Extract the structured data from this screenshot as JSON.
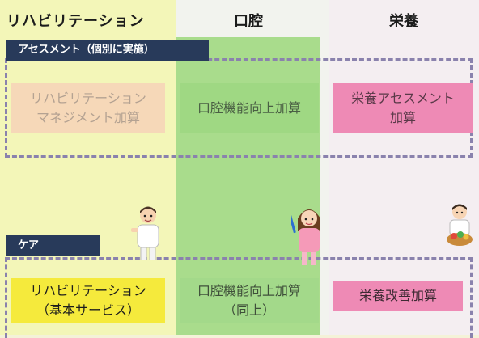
{
  "columns": {
    "rehab": "リハビリテーション",
    "oral": "口腔",
    "nutrition": "栄養"
  },
  "sections": {
    "assessment": "アセスメント（個別に実施）",
    "care": "ケア"
  },
  "cards": {
    "rehab_management": "リハビリテーション\nマネジメント加算",
    "oral_function_1": "口腔機能向上加算",
    "nutrition_assessment": "栄養アセスメント\n加算",
    "rehab_basic": "リハビリテーション\n（基本サービス）",
    "oral_function_2": "口腔機能向上加算\n（同上）",
    "nutrition_improvement": "栄養改善加算"
  },
  "colors": {
    "rehab_column": "#f3f6b8",
    "oral_green": "#a9dc8c",
    "nutrition_pink": "#ee8ab5",
    "section_bar": "#283a5a",
    "dashed_border": "#8a82ad",
    "rehab_basic_yellow": "#f5ea3c"
  },
  "icons": [
    "therapist-man-icon",
    "dental-hygienist-woman-icon",
    "nutritionist-cook-icon"
  ]
}
